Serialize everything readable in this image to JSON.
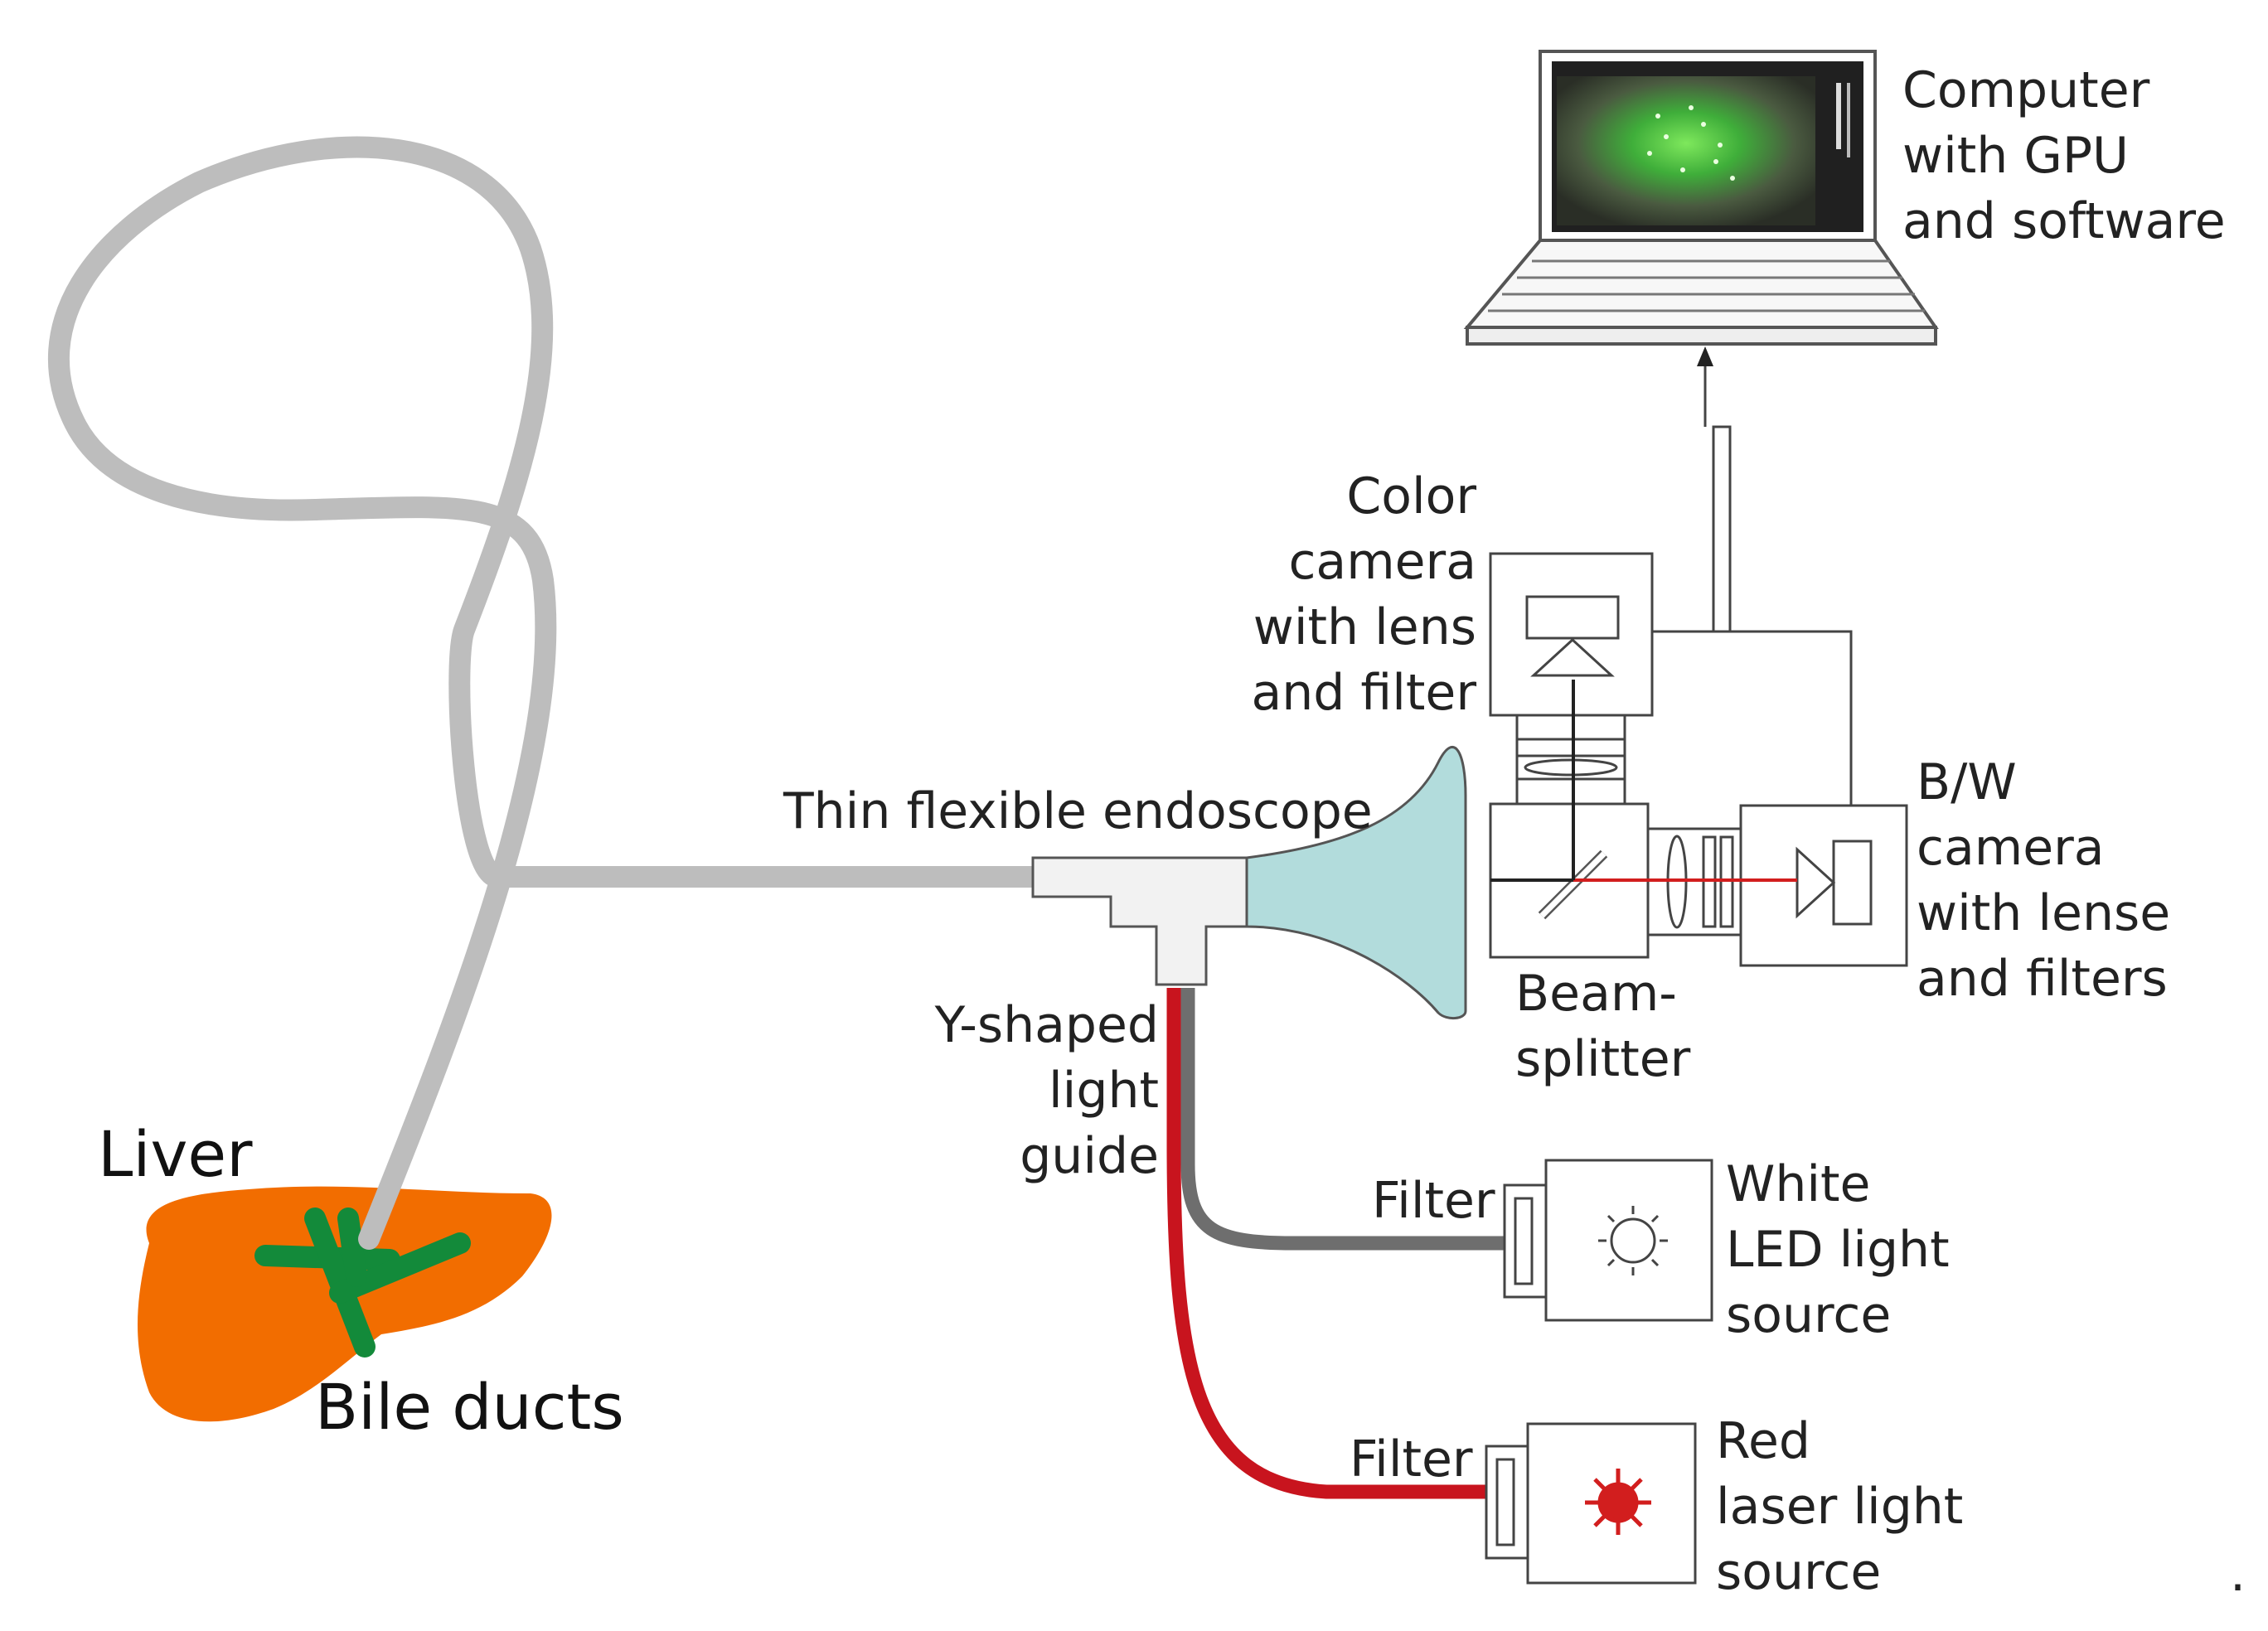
{
  "labels": {
    "computer": "Computer\nwith GPU\nand software",
    "color_camera": "Color\ncamera\nwith lens\nand filter",
    "bw_camera": "B/W\ncamera\nwith lense\nand filters",
    "endoscope": "Thin flexible endoscope",
    "beamsplitter": "Beam-\nsplitter",
    "y_light_guide": "Y-shaped\nlight\nguide",
    "liver": "Liver",
    "bile_ducts": "Bile ducts",
    "filter_white": "Filter",
    "white_source": "White\nLED light\nsource",
    "filter_red": "Filter",
    "red_source": "Red\nlaser light\nsource",
    "trailing_dot": "."
  },
  "colors": {
    "scope_tube": "#bdbdbd",
    "endoscope_funnel": "#b2dcdc",
    "liver": "#f26d00",
    "bile_ducts": "#138a3a",
    "red_fiber": "#c8141e",
    "gray_fiber": "#6e6e6e",
    "laser": "#d21e1e",
    "screen_glow": "#6cdc4c"
  }
}
